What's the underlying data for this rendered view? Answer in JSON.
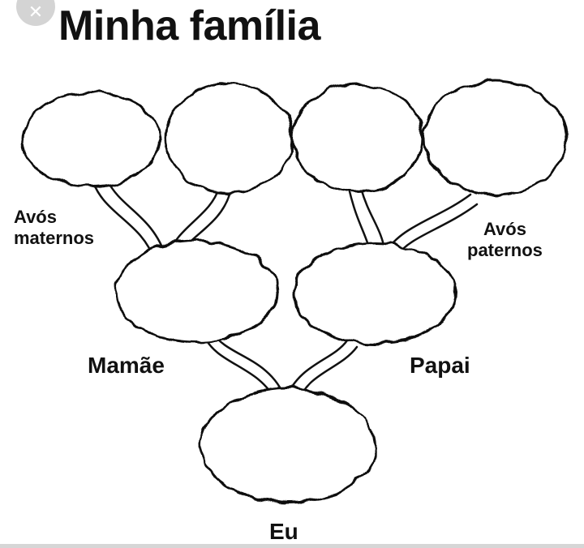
{
  "title": "Minha família",
  "close_icon": "close-icon",
  "labels": {
    "avos_maternos": "Avós\nmaternos",
    "avos_paternos": "Avós\npaternos",
    "mamae": "Mamãe",
    "papai": "Papai",
    "eu": "Eu"
  },
  "colors": {
    "ink": "#111111",
    "button_bg": "#d4d4d4"
  }
}
